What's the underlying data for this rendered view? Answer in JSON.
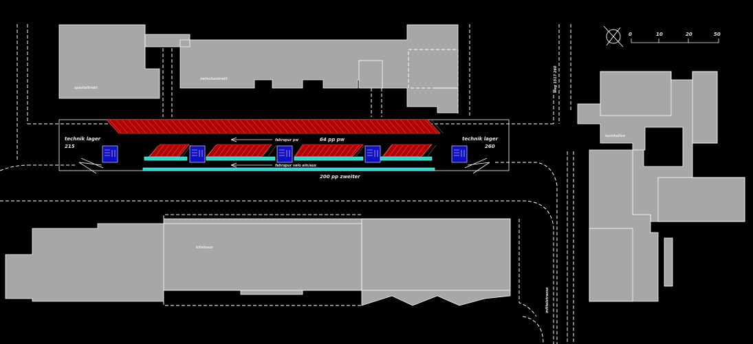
{
  "labels": {
    "spezialtrakt": "spezialtrakt",
    "zwischentrakt": "zwischentrakt",
    "turnhallen": "turnhallen",
    "kitahaus": "kitahaus",
    "technik_left": "technik lager",
    "technik_left_num": "215",
    "technik_right": "technik lager",
    "technik_right_num": "260",
    "upper_count": "64 pp pw",
    "upper_arrow": "fahrspur pw",
    "lower_count": "200 pp zweiter",
    "lower_arrow": "fahrspur velo ein/aus",
    "street_right_vertical": "mittelstrasse",
    "street_top_vertical": "weg 1517 260"
  },
  "scale_bar": {
    "ticks": [
      "0",
      "10",
      "20",
      "50"
    ]
  },
  "colors": {
    "background": "#000000",
    "building": "#a7a7a7",
    "parking": "#b00000",
    "bike": "#2ad7c7",
    "core": "#1010c0",
    "line": "#ffffff"
  }
}
